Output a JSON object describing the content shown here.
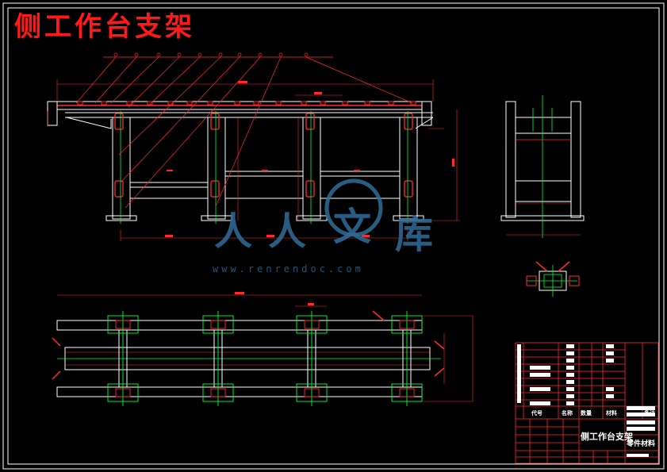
{
  "title": "侧工作台支架",
  "watermark": {
    "chars": [
      "人",
      "人",
      "文",
      "库"
    ],
    "url": "www.renrendoc.com"
  },
  "title_block": {
    "drawing_name": "侧工作台支架",
    "parts_label": "零件材料",
    "col_code": "代号",
    "col_name": "名称",
    "col_qty": "数量",
    "col_material": "材料",
    "col_remark": "备注"
  },
  "colors": {
    "frame": "#ffffff",
    "title": "#ff1a1a",
    "dimension": "#ff2a2a",
    "centerline": "#00ff33",
    "watermark": "#2f6d99"
  }
}
